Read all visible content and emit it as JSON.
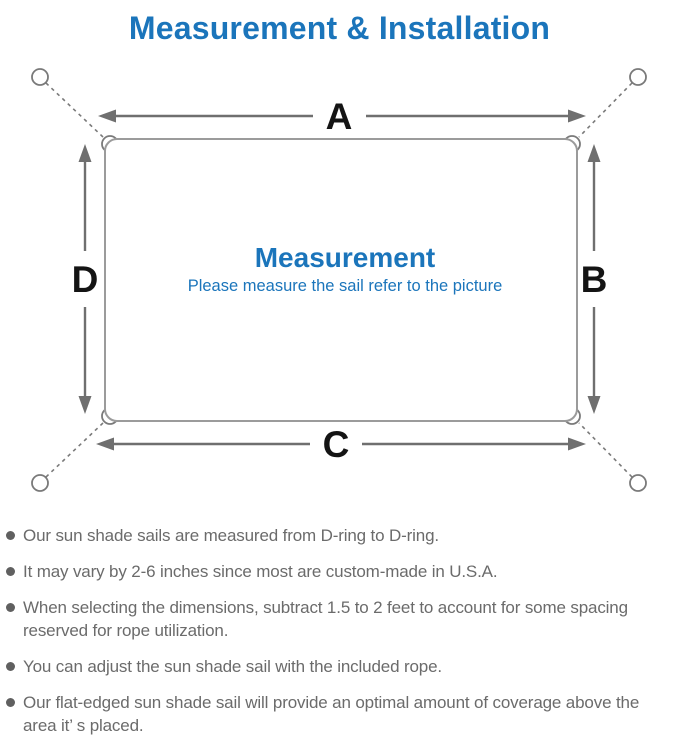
{
  "title": "Measurement & Installation",
  "diagram": {
    "dimension_labels": {
      "top": "A",
      "right": "B",
      "bottom": "C",
      "left": "D"
    },
    "center": {
      "heading": "Measurement",
      "subheading": "Please measure the sail refer to the picture"
    },
    "icons": {
      "corner_anchor": "d-ring-icon",
      "corner_attachment": "grommet-icon"
    },
    "colors": {
      "accent_blue": "#1b75bb",
      "arrow_gray": "#6f6f6f",
      "outline_gray": "#9b9b9b",
      "ring_gray": "#7a7a7a",
      "label_black": "#141414",
      "note_text_gray": "#6b6b6b"
    }
  },
  "notes": [
    "Our sun shade sails are measured from D-ring to D-ring.",
    "It may vary by 2-6 inches since most are custom-made in U.S.A.",
    "When selecting the dimensions, subtract 1.5 to 2 feet to account for some spacing reserved for rope utilization.",
    "You can adjust the sun shade sail with the included rope.",
    "Our flat-edged sun shade sail will provide an optimal amount of coverage above the area it’ s placed."
  ]
}
